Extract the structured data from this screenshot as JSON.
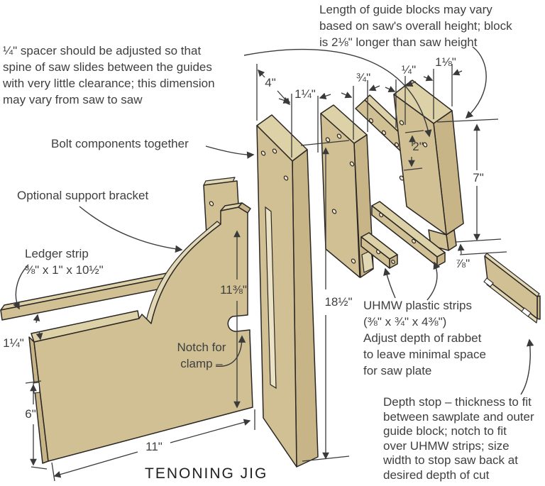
{
  "title": "TENONING JIG",
  "notes": {
    "spacer": "¼\" spacer should be adjusted so that\nspine of saw slides between the guides\nwith very little clearance; this dimension\nmay vary from saw to saw",
    "guide_blocks": "Length of guide blocks may vary\nbased on saw's overall height; block\nis 2⅛\" longer than saw height",
    "bolt": "Bolt components together",
    "bracket": "Optional support bracket",
    "ledger": "Ledger strip\n⅜\" x 1\" x 10½\"",
    "notch": "Notch for\nclamp –",
    "uhmw": "UHMW plastic strips\n(⅜\" x ¾\" x 4⅜\")\nAdjust depth of rabbet\nto leave minimal space\nfor saw plate",
    "depth_stop": "Depth stop – thickness to fit\nbetween sawplate and outer\nguide block; notch to fit\nover UHMW strips; size\nwidth to stop saw back at\ndesired depth of cut"
  },
  "dims": {
    "fence_width": "4\"",
    "fence_thickness": "1¼\"",
    "inner_block_thickness": "¾\"",
    "spacer_thickness": "¼\"",
    "outer_block_thickness": "1⅛\"",
    "block_overlap": "2\"",
    "outer_block_height": "7\"",
    "foot_height": "⅞\"",
    "fence_height": "18½\"",
    "body_height": "11⅜\"",
    "ledger_gap": "1¼\"",
    "base_height": "6\"",
    "base_length": "11\""
  },
  "colors": {
    "wood_face": "#d0c093",
    "wood_top": "#ddd1a8",
    "wood_side": "#c7b588",
    "wood_edge": "#e2d8b5",
    "slot": "#ece3c6",
    "hole_fill": "#efe6c9",
    "outline": "#2a2624",
    "line": "#3a3a3a",
    "text": "#3f3f3f",
    "title": "#232020"
  }
}
